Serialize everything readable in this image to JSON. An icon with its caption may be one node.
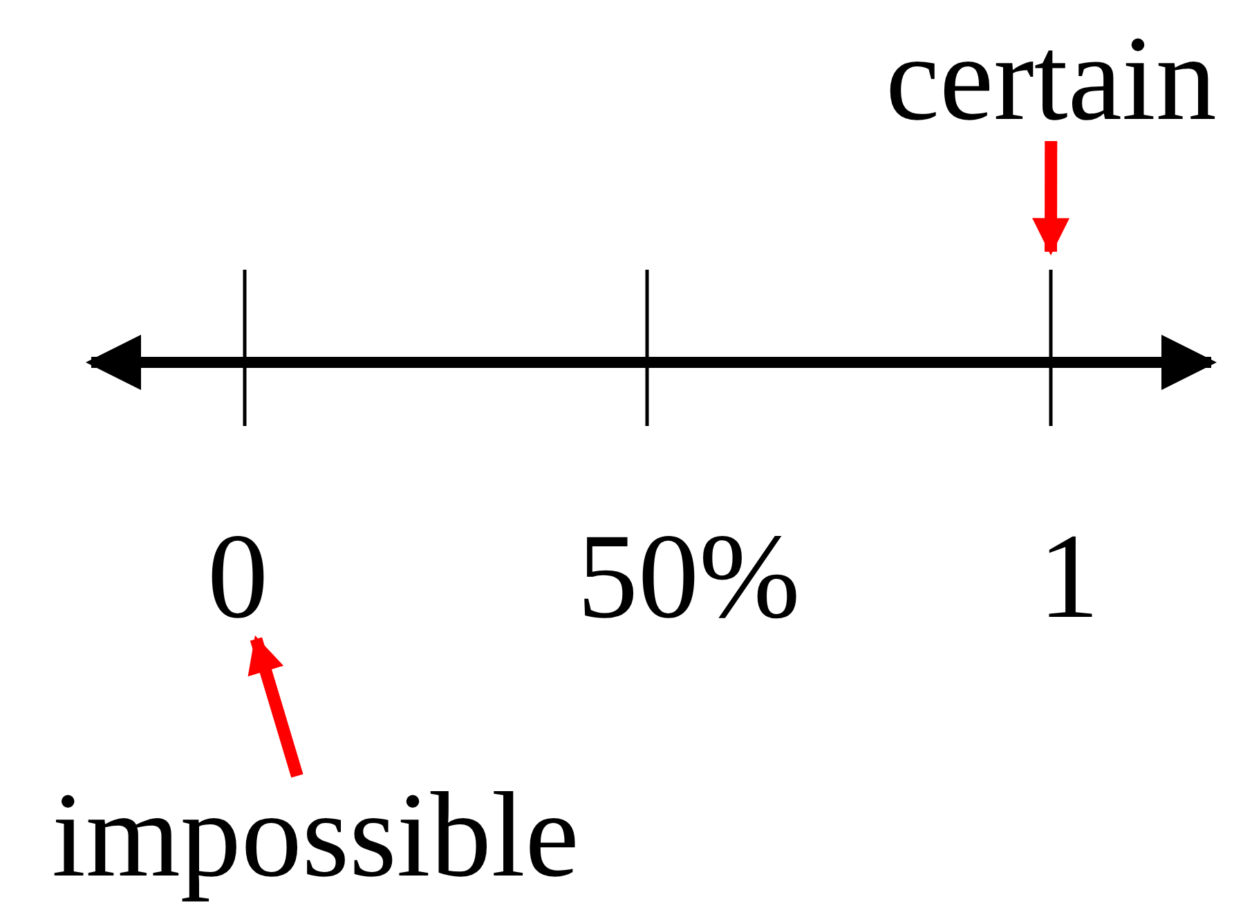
{
  "diagram": {
    "nodes": [
      {
        "text": [
          "certain"
        ]
      },
      {
        "text": [
          "0"
        ]
      },
      {
        "text": [
          "impossible"
        ]
      }
    ],
    "edges": [
      {
        "from": 0,
        "to": null,
        "arrow": "to"
      },
      {
        "from": 2,
        "to": 1,
        "arrow": "to"
      }
    ],
    "labels": [
      "50%",
      "1"
    ]
  }
}
